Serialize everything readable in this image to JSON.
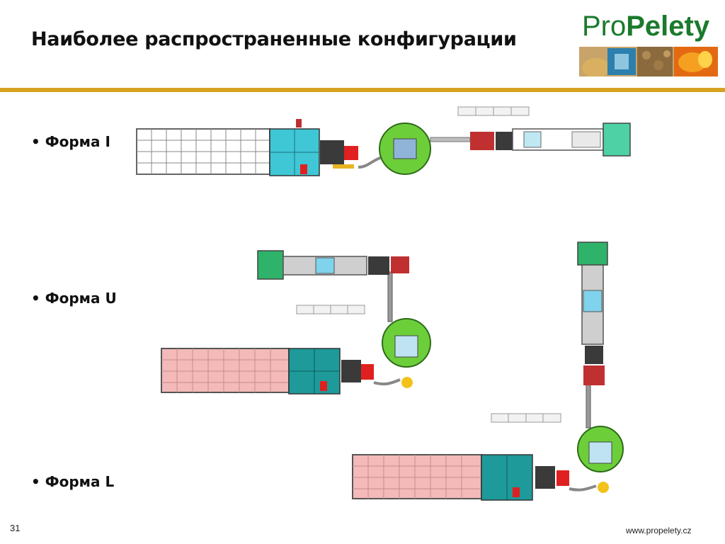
{
  "slide": {
    "title": "Наиболее распространенные конфигурации",
    "page_number": "31",
    "website": "www.propelety.cz"
  },
  "logo": {
    "prefix": "Pro",
    "name": "Pelety",
    "brand_color": "#1b7a2c"
  },
  "bullets": [
    "• Форма I",
    "• Форма U",
    "• Форма L"
  ],
  "colors": {
    "accent_rule": "#d6a321",
    "dryer_i": "#ffffff",
    "dryer_pink": "#f4b9b9",
    "cyan_module": "#3fc7d6",
    "teal_module": "#1e9a9a",
    "drum_green": "#6ccf3a",
    "red_unit": "#e02020",
    "green_box": "#2fb36a",
    "gray_frame": "#9a9a9a"
  }
}
